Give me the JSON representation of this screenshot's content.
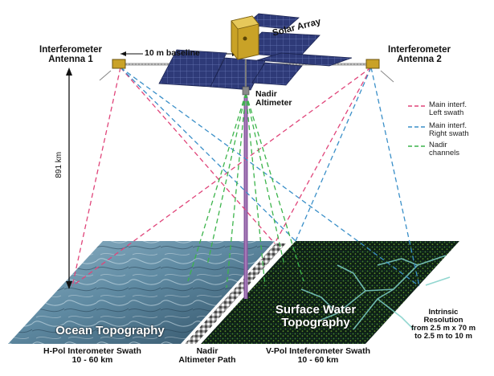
{
  "labels": {
    "antenna1": [
      "Interferometer",
      "Antenna 1"
    ],
    "antenna2": [
      "Interferometer",
      "Antenna 2"
    ],
    "baseline": "10 m baseline",
    "solar_array": "Solar Array",
    "nadir_altimeter": [
      "Nadir",
      "Altimeter"
    ],
    "altitude": "891 km",
    "ocean_topography": "Ocean Topography",
    "surface_water": [
      "Surface Water",
      "Topography"
    ],
    "resolution": [
      "Intrinsic",
      "Resolution",
      "from 2.5 m x 70 m",
      "to 2.5 m to 10 m"
    ],
    "hpol": [
      "H-Pol Interometer Swath",
      "10 - 60 km"
    ],
    "nadir_path": [
      "Nadir",
      "Altimeter Path"
    ],
    "vpol": [
      "V-Pol Inteferometer Swath",
      "10 - 60 km"
    ]
  },
  "legend": [
    {
      "label": [
        "Main interf.",
        "Left swath"
      ],
      "color": "#e0457a"
    },
    {
      "label": [
        "Main interf.",
        "Right swath"
      ],
      "color": "#3a8fc8"
    },
    {
      "label": [
        "Nadir",
        "channels"
      ],
      "color": "#3cb44b"
    }
  ],
  "colors": {
    "left_swath": "#e0457a",
    "right_swath": "#3a8fc8",
    "nadir": "#3cb44b",
    "nadir_beam": "#8a5aa0",
    "solar_panel": "#2e3a78",
    "satellite_body": "#c9a227"
  }
}
